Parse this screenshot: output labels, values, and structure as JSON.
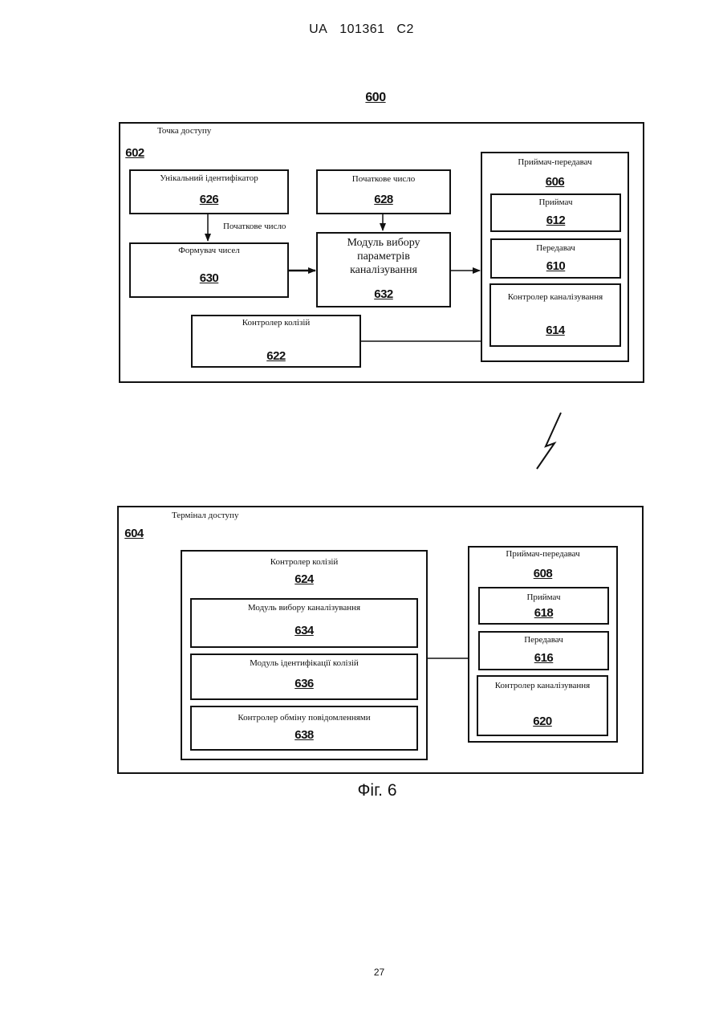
{
  "header": {
    "code": "UA",
    "number": "101361",
    "kind": "C2"
  },
  "figure_number": "600",
  "access_point": {
    "title": "Точка доступу",
    "ref": "602",
    "unique_id": {
      "label": "Унікальний ідентифікатор",
      "ref": "626"
    },
    "initial_number": {
      "label": "Початкове число",
      "ref": "628"
    },
    "arrow_label": "Початкове число",
    "number_former": {
      "label": "Формувач чисел",
      "ref": "630"
    },
    "channel_param_module": {
      "label_line1": "Модуль вибору",
      "label_line2": "параметрів",
      "label_line3": "каналізування",
      "ref": "632"
    },
    "collision_controller": {
      "label": "Контролер колізій",
      "ref": "622"
    },
    "transceiver": {
      "label": "Приймач-передавач",
      "ref": "606",
      "receiver": {
        "label": "Приймач",
        "ref": "612"
      },
      "transmitter": {
        "label": "Передавач",
        "ref": "610"
      },
      "channel_controller": {
        "label": "Контролер каналізування",
        "ref": "614"
      }
    }
  },
  "access_terminal": {
    "title": "Термінал доступу",
    "ref": "604",
    "collision_controller": {
      "label": "Контролер колізій",
      "ref": "624",
      "channel_select_module": {
        "label": "Модуль вибору каналізування",
        "ref": "634"
      },
      "collision_id_module": {
        "label": "Модуль ідентифікації колізій",
        "ref": "636"
      },
      "message_controller": {
        "label": "Контролер обміну повідомленнями",
        "ref": "638"
      }
    },
    "transceiver": {
      "label": "Приймач-передавач",
      "ref": "608",
      "receiver": {
        "label": "Приймач",
        "ref": "618"
      },
      "transmitter": {
        "label": "Передавач",
        "ref": "616"
      },
      "channel_controller": {
        "label": "Контролер каналізування",
        "ref": "620"
      }
    }
  },
  "caption": "Фіг. 6",
  "page_number": "27"
}
